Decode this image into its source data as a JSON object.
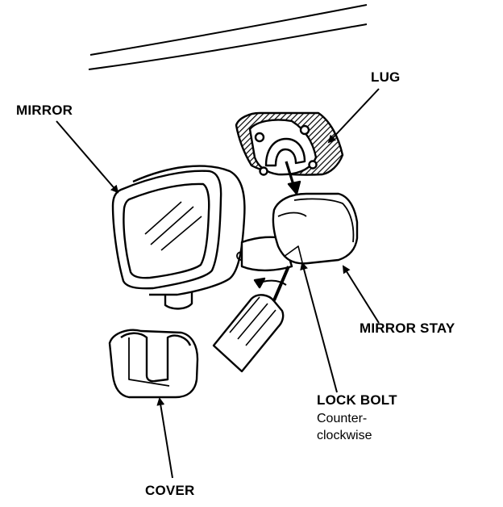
{
  "labels": {
    "mirror": "MIRROR",
    "lug": "LUG",
    "mirror_stay": "MIRROR STAY",
    "lock_bolt": "LOCK BOLT",
    "lock_bolt_note_line1": "Counter-",
    "lock_bolt_note_line2": "clockwise",
    "cover": "COVER"
  },
  "colors": {
    "ink": "#000000",
    "background": "#ffffff"
  }
}
